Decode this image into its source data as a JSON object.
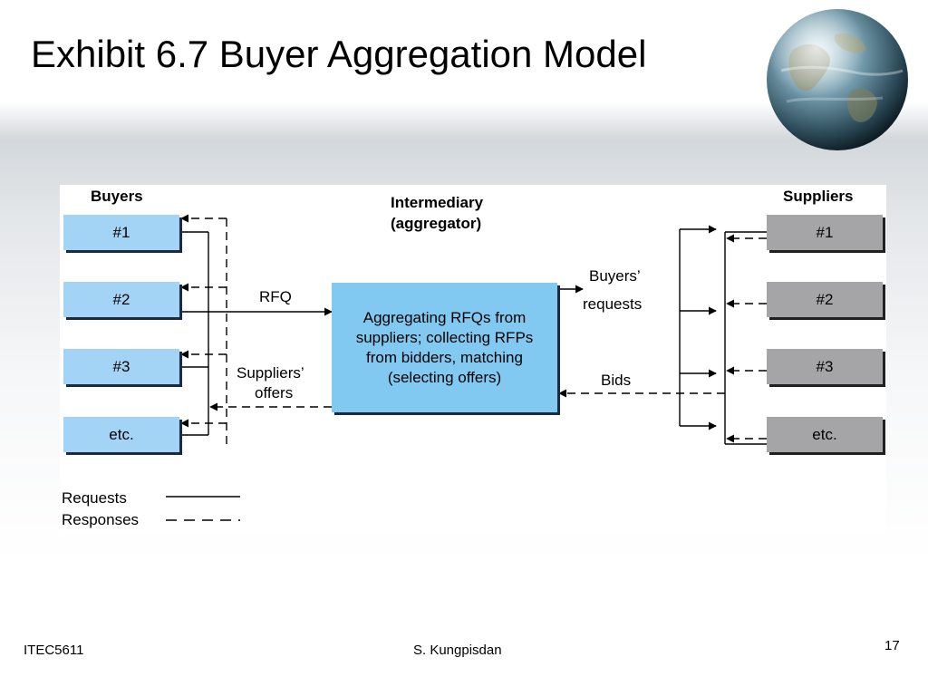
{
  "slide": {
    "title": "Exhibit 6.7 Buyer Aggregation Model",
    "footer_left": "ITEC5611",
    "footer_center": "S. Kungpisdan",
    "page_number": "17"
  },
  "diagram": {
    "buyers_heading": "Buyers",
    "suppliers_heading": "Suppliers",
    "intermediary_line1": "Intermediary",
    "intermediary_line2": "(aggregator)",
    "buyers": [
      "#1",
      "#2",
      "#3",
      "etc."
    ],
    "suppliers": [
      "#1",
      "#2",
      "#3",
      "etc."
    ],
    "center_lines": [
      "Aggregating RFQs from",
      "suppliers; collecting RFPs",
      "from bidders, matching",
      "(selecting offers)"
    ],
    "rfq_label": "RFQ",
    "suppliers_offers_line1": "Suppliers’",
    "suppliers_offers_line2": "offers",
    "buyers_requests_line1": "Buyers’",
    "buyers_requests_line2": "requests",
    "bids_label": "Bids",
    "legend_requests": "Requests",
    "legend_responses": "Responses"
  },
  "colors": {
    "buyer_box": "#a3d3f5",
    "supplier_box": "#a5a5a7",
    "center_box": "#82c9f2"
  },
  "icons": {
    "decorative_globe": "globe-icon"
  }
}
